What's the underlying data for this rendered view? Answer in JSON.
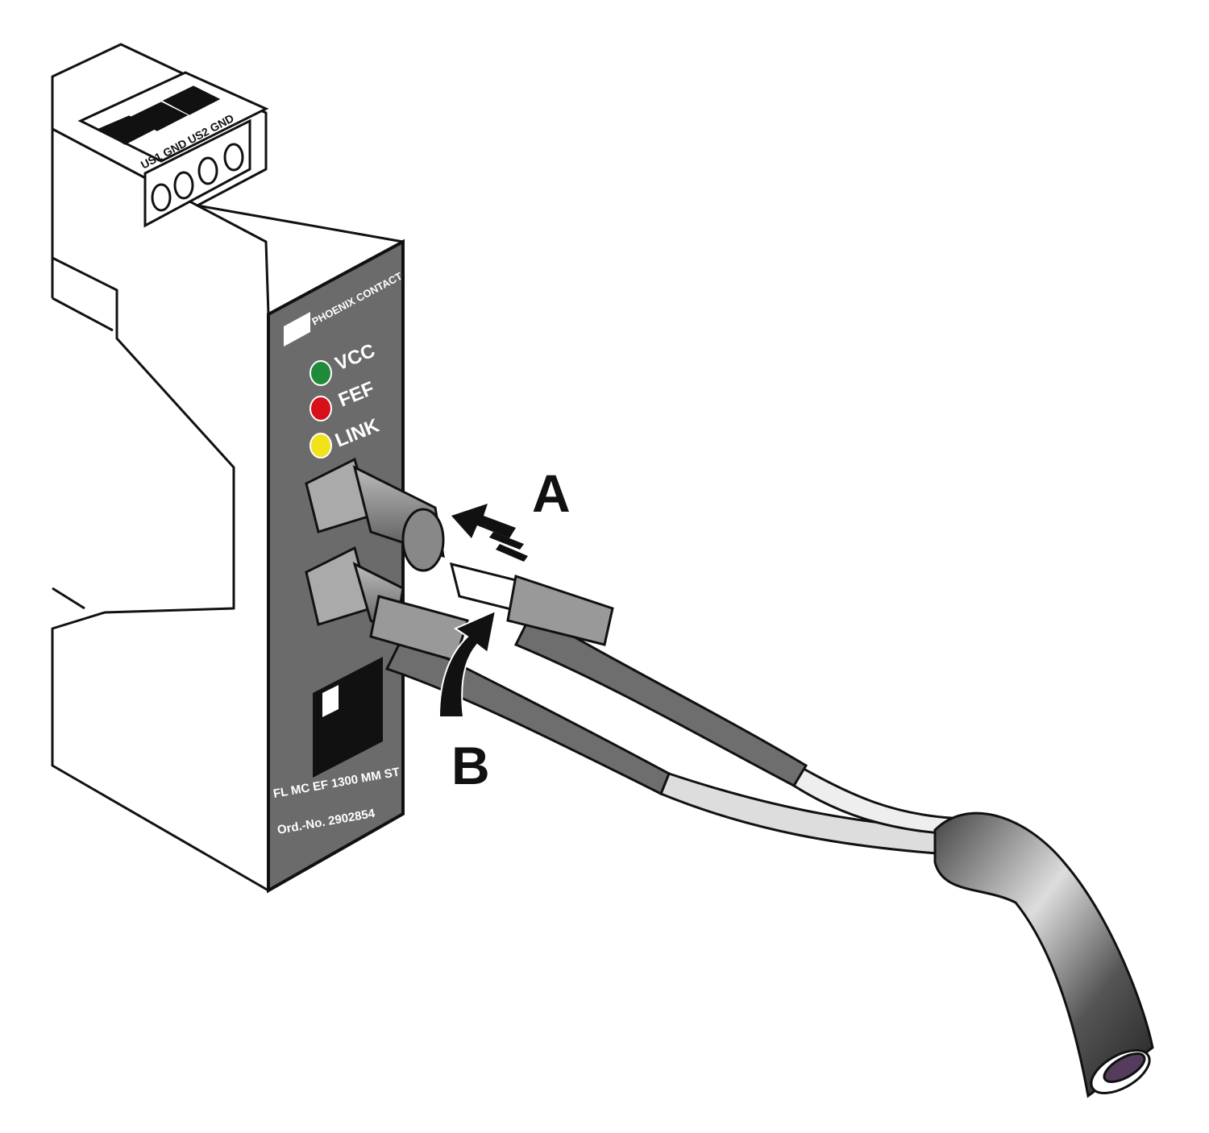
{
  "device": {
    "brand_logo": "PHOENIX CONTACT",
    "terminal_labels": "US1 GND US2 GND",
    "leds": [
      {
        "label": "VCC",
        "color": "#1f8a3a"
      },
      {
        "label": "FEF",
        "color": "#d8101a"
      },
      {
        "label": "LINK",
        "color": "#f2e21a"
      }
    ],
    "model": "FL MC EF 1300 MM ST",
    "order_number": "Ord.-No. 2902854",
    "panel_color": "#6b6b6b"
  },
  "callouts": {
    "a": "A",
    "b": "B"
  }
}
